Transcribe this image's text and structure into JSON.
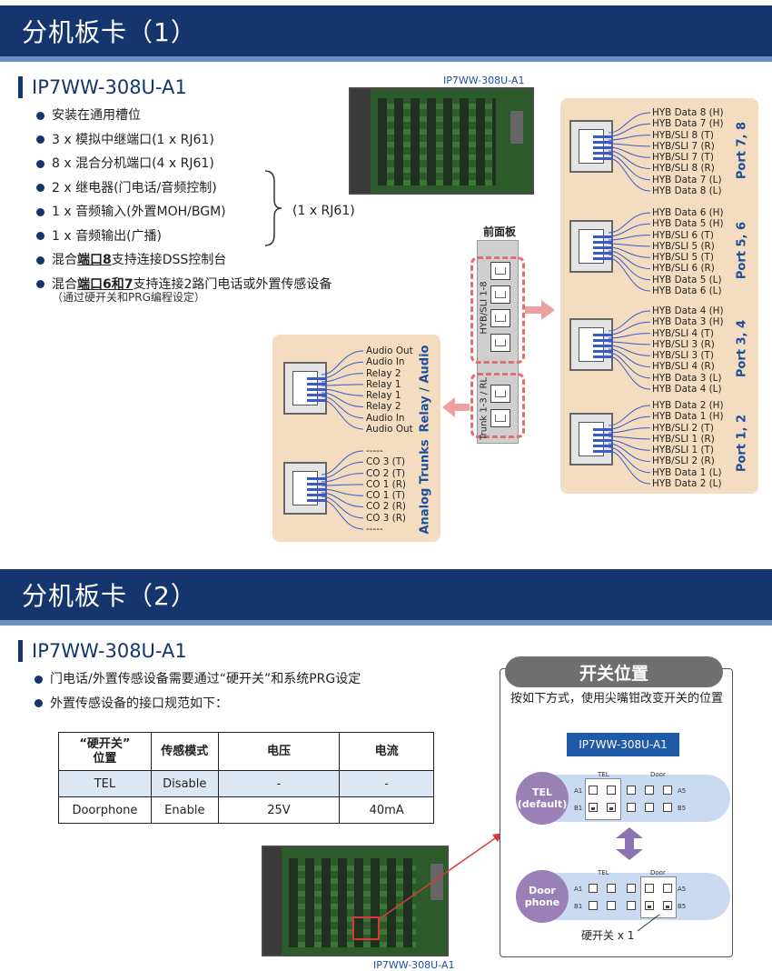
{
  "section1": {
    "banner": "分机板卡（1）",
    "title": "IP7WW-308U-A1",
    "board_caption": "IP7WW-308U-A1",
    "bullets": [
      "安装在通用槽位",
      "3 x 模拟中继端口(1 x RJ61)",
      "8 x 混合分机端口(4 x RJ61)",
      "2 x 继电器(门电话/音频控制)",
      "1 x 音频输入(外置MOH/BGM)",
      "1 x 音频输出(广播)"
    ],
    "brace_note": "(1 x RJ61)",
    "dss_prefix": "混合",
    "dss_bold": "端口8",
    "dss_suffix": "支持连接DSS控制台",
    "door_prefix": "混合",
    "door_bold": "端口6和7",
    "door_suffix": "支持连接2路门电话或外置传感设备",
    "door_note": "（通过硬开关和PRG编程设定）",
    "front_panel_label": "前面板",
    "hyb_group_label": "HYB/SLI 1-8",
    "trunk_group_label": "Trunk 1-3 / RL",
    "ports": [
      {
        "name": "Port 7, 8",
        "pins": [
          "HYB Data 8 (H)",
          "HYB Data 7 (H)",
          "HYB/SLI 8 (T)",
          "HYB/SLI 7 (R)",
          "HYB/SLI 7 (T)",
          "HYB/SLI 8 (R)",
          "HYB Data 7 (L)",
          "HYB Data 8 (L)"
        ]
      },
      {
        "name": "Port 5, 6",
        "pins": [
          "HYB Data 6 (H)",
          "HYB Data 5 (H)",
          "HYB/SLI 6 (T)",
          "HYB/SLI 5 (R)",
          "HYB/SLI 5 (T)",
          "HYB/SLI 6 (R)",
          "HYB Data 5 (L)",
          "HYB Data 6 (L)"
        ]
      },
      {
        "name": "Port 3, 4",
        "pins": [
          "HYB Data 4 (H)",
          "HYB Data 3 (H)",
          "HYB/SLI 4 (T)",
          "HYB/SLI 3 (R)",
          "HYB/SLI 3 (T)",
          "HYB/SLI 4 (R)",
          "HYB Data 3 (L)",
          "HYB Data 4 (L)"
        ]
      },
      {
        "name": "Port 1, 2",
        "pins": [
          "HYB Data 2 (H)",
          "HYB Data 1 (H)",
          "HYB/SLI 2 (T)",
          "HYB/SLI 1 (R)",
          "HYB/SLI 1 (T)",
          "HYB/SLI 2 (R)",
          "HYB Data 1 (L)",
          "HYB Data 2 (L)"
        ]
      }
    ],
    "relay_audio": {
      "name": "Relay / Audio",
      "pins": [
        "Audio Out",
        "Audio In",
        "Relay 2",
        "Relay 1",
        "Relay 1",
        "Relay 2",
        "Audio In",
        "Audio Out"
      ]
    },
    "analog_trunks": {
      "name": "Analog Trunks",
      "pins": [
        "-----",
        "CO 3 (T)",
        "CO 2 (T)",
        "CO 1 (R)",
        "CO 1 (T)",
        "CO 2 (R)",
        "CO 3 (R)",
        "-----"
      ]
    }
  },
  "section2": {
    "banner": "分机板卡（2）",
    "title": "IP7WW-308U-A1",
    "bullets": [
      "门电话/外置传感设备需要通过“硬开关”和系统PRG设定",
      "外置传感设备的接口规范如下："
    ],
    "table": {
      "headers": [
        "“硬开关”\n位置",
        "传感模式",
        "电压",
        "电流"
      ],
      "rows": [
        [
          "TEL",
          "Disable",
          "-",
          "-"
        ],
        [
          "Doorphone",
          "Enable",
          "25V",
          "40mA"
        ]
      ]
    },
    "board_caption": "IP7WW-308U-A1",
    "switch_panel": {
      "title": "开关位置",
      "desc": "按如下方式，使用尖嘴钳改变开关的位置",
      "model": "IP7WW-308U-A1",
      "tel_label": "TEL\n(default)",
      "door_label": "Door\nphone",
      "group_tel": "TEL",
      "group_door": "Door",
      "a1": "A1",
      "b1": "B1",
      "a5": "A5",
      "b5": "B5",
      "footnote": "硬开关 x 1"
    }
  }
}
